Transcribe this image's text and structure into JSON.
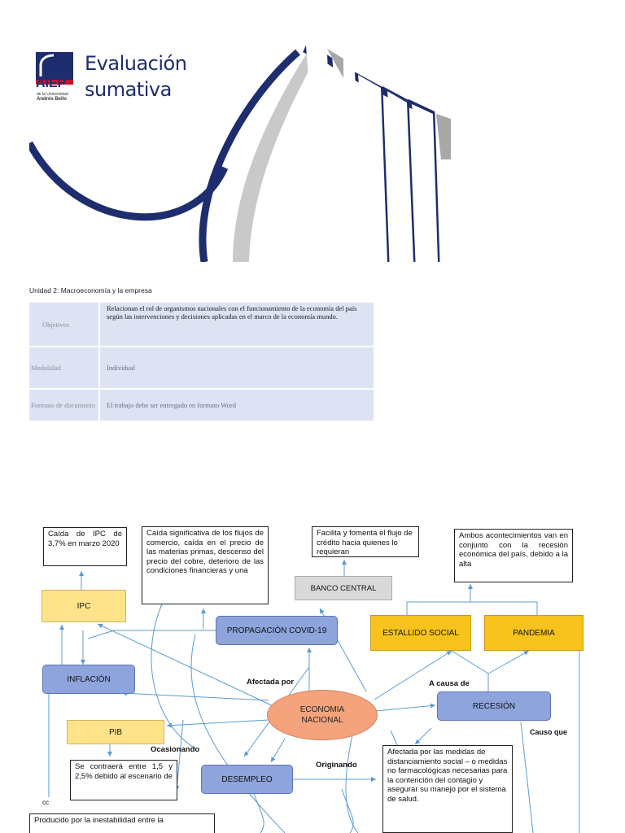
{
  "header": {
    "logo_main": "AIEP",
    "logo_sub1": "de la Universidad",
    "logo_sub2": "Andrés Bello",
    "title_line1": "Evaluación",
    "title_line2": "sumativa"
  },
  "unit": {
    "title": "Unidad 2: Macroeconomía y la empresa",
    "rows": [
      {
        "key": "Objetivos",
        "value": "Relacionan el rol de organismos nacionales con el funcionamiento de la economía del país según las intervenciones y decisiones aplicadas en el marco de la economía mundo."
      },
      {
        "key": "Modalidad",
        "value": "Individual"
      },
      {
        "key": "Formato de documento",
        "value": "El trabajo debe ser entregado en formato Word"
      }
    ]
  },
  "diagram": {
    "note_ipc": "Caída de IPC de 3,7% en marzo 2020",
    "note_covid": "Caída significativa de los flujos de comercio, caída en el precio de las materias primas, descenso del precio del cobre, deterioro de las condiciones financieras y una",
    "note_banco": "Facilita y fomenta el flujo de crédito hacia quienes lo requieran",
    "note_ambos": "Ambos acontecimientos van en conjunto con la recesión económica del país, debido a la alta",
    "note_pib": "Se contraerá entre 1,5 y 2,5% debido al escenario de",
    "note_afectada": "Afectada por las medidas de distanciamiento social – o medidas no farmacológicas necesarias para la contención del contagio y asegurar su manejo por el sistema de salud.",
    "note_producido": "Producido por la inestabilidad entre la",
    "node_ipc": "IPC",
    "node_banco": "BANCO CENTRAL",
    "node_covid": "PROPAGACIÓN COVID-19",
    "node_estallido": "ESTALLIDO SOCIAL",
    "node_pandemia": "PANDEMIA",
    "node_inflacion": "INFLACIÓN",
    "node_economia_1": "ECONOMIA",
    "node_economia_2": "NACIONAL",
    "node_recesion": "RECESIÓN",
    "node_pib": "PIB",
    "node_desempleo": "DESEMPLEO",
    "label_afectada_por": "Afectada por",
    "label_a_causa_de": "A causa de",
    "label_causo_que": "Causo que",
    "label_ocasionando": "Ocasionando",
    "label_originando": "Originando",
    "label_cc": "cc"
  },
  "colors": {
    "navy": "#1e2d6e",
    "yellow_box": "#ffe38a",
    "orange_box": "#f7c31c",
    "blue_box": "#8ea4dc",
    "ellipse": "#f4a37d",
    "table_bg": "#dde3f3",
    "arrow": "#5b9bd5"
  }
}
